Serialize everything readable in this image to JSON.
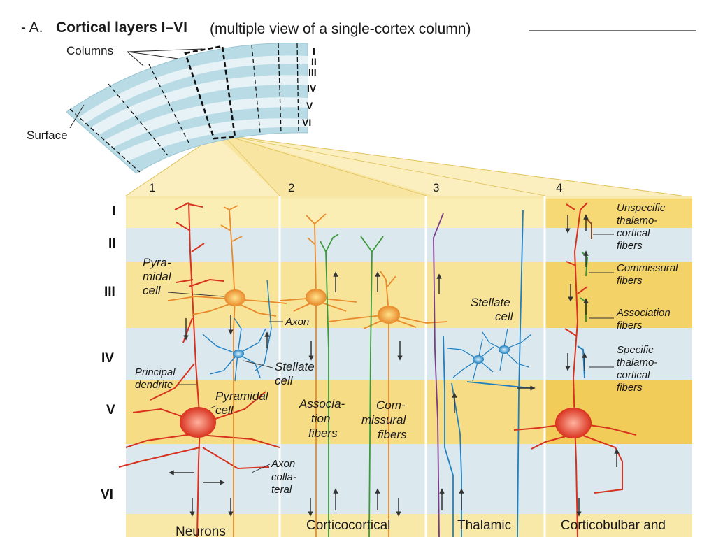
{
  "title": {
    "prefix": "- A.",
    "main": "Cortical layers I–VI",
    "paren": "(multiple view of a single-cortex column)"
  },
  "overview": {
    "columns_label": "Columns",
    "surface_label": "Surface",
    "layers": [
      "I",
      "II",
      "III",
      "IV",
      "V",
      "VI"
    ]
  },
  "panels": [
    {
      "number": "1",
      "caption": "Neurons"
    },
    {
      "number": "2",
      "caption": "Corticocortical"
    },
    {
      "number": "3",
      "caption": "Thalamic"
    },
    {
      "number": "4",
      "caption": "Corticobulbar and"
    }
  ],
  "layer_labels": [
    "I",
    "II",
    "III",
    "IV",
    "V",
    "VI"
  ],
  "labels": {
    "pyramidal_small_1": "Pyra-",
    "pyramidal_small_2": "midal",
    "pyramidal_small_3": "cell",
    "axon": "Axon",
    "stellate_1": "Stellate",
    "stellate_2": "cell",
    "principal_1": "Principal",
    "principal_2": "dendrite",
    "pyramidal_large_1": "Pyramidal",
    "pyramidal_large_2": "cell",
    "axon_coll_1": "Axon",
    "axon_coll_2": "colla-",
    "axon_coll_3": "teral",
    "assoc_1": "Associa-",
    "assoc_2": "tion",
    "assoc_3": "fibers",
    "comm_1": "Com-",
    "comm_2": "missural",
    "comm_3": "fibers",
    "stellate3_1": "Stellate",
    "stellate3_2": "cell",
    "unspec_1": "Unspecific",
    "unspec_2": "thalamo-",
    "unspec_3": "cortical",
    "unspec_4": "fibers",
    "commissural_1": "Commissural",
    "commissural_2": "fibers",
    "association_1": "Association",
    "association_2": "fibers",
    "specific_1": "Specific",
    "specific_2": "thalamo-",
    "specific_3": "cortical",
    "specific_4": "fibers"
  },
  "colors": {
    "neuron": "#d8321e",
    "pyramidal_orange": "#e8892a",
    "stellate_blue": "#1f7fc0",
    "green_fiber": "#3c9a3c",
    "purple_fiber": "#7a3a8a",
    "brown_fiber": "#8a4a20",
    "band_yellow": "#f7e08a",
    "band_blue": "#dbe9ef",
    "cortex_blue": "#b8dbe5"
  }
}
